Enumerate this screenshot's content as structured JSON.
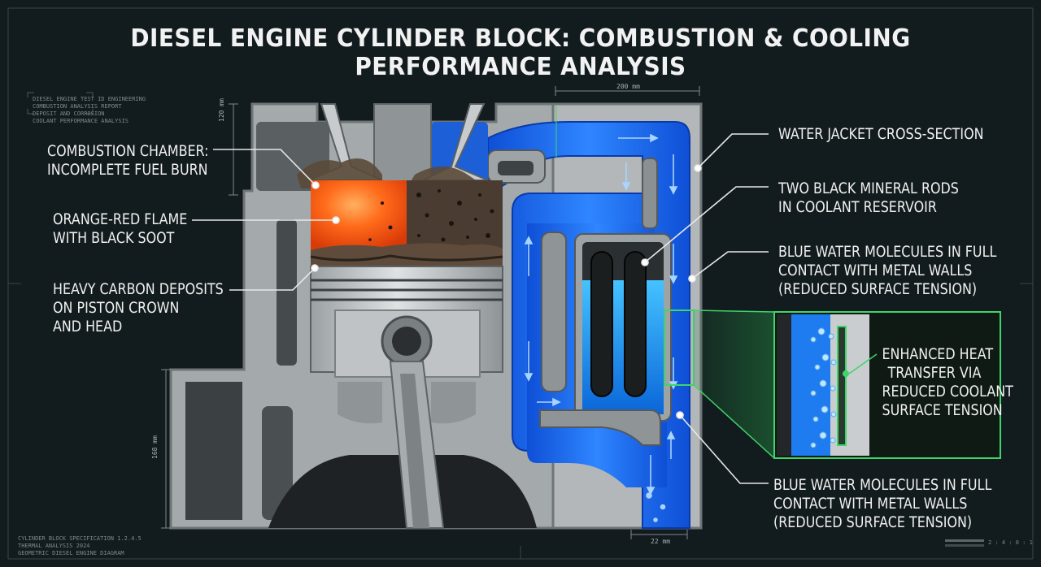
{
  "title": "DIESEL ENGINE CYLINDER BLOCK: COMBUSTION & COOLING PERFORMANCE ANALYSIS",
  "labels": {
    "combustion_chamber": [
      "COMBUSTION CHAMBER:",
      "INCOMPLETE FUEL BURN"
    ],
    "flame": [
      "ORANGE-RED FLAME",
      "WITH BLACK SOOT"
    ],
    "carbon": [
      "HEAVY CARBON DEPOSITS",
      "ON PISTON CROWN",
      "AND HEAD"
    ],
    "water_jacket": [
      "WATER JACKET CROSS-SECTION"
    ],
    "rods": [
      "TWO BLACK MINERAL RODS",
      "IN COOLANT RESERVOIR"
    ],
    "molecules_top": [
      "BLUE WATER MOLECULES IN FULL",
      "CONTACT WITH METAL WALLS",
      "(REDUCED SURFACE TENSION)"
    ],
    "heat_transfer": [
      "ENHANCED HEAT",
      "TRANSFER VIA",
      "REDUCED COOLANT",
      "SURFACE TENSION"
    ],
    "molecules_bottom": [
      "BLUE WATER MOLECULES IN FULL",
      "CONTACT WITH METAL WALLS",
      "(REDUCED SURFACE TENSION)"
    ]
  },
  "dimensions": {
    "top_width": "200 mm",
    "chamber_height": "120 mm",
    "lower_height": "168 mm",
    "wall_thickness": "22 mm"
  },
  "notes": {
    "top_left": [
      "DIESEL ENGINE TEST ID ENGINEERING",
      "COMBUSTION ANALYSIS REPORT",
      "DEPOSIT AND CORROSION",
      "COOLANT PERFORMANCE ANALYSIS"
    ],
    "bottom_left": [
      "CYLINDER BLOCK SPECIFICATION 1.2.4.5",
      "THERMAL ANALYSIS 2024",
      "GEOMETRIC DIESEL ENGINE DIAGRAM"
    ],
    "bottom_right": "2 : 4 : 0 : 1"
  },
  "colors": {
    "background": "#121b1e",
    "metal": "#b9bdbf",
    "coolant": "#1e6ef0",
    "flame": "#ff5a14",
    "highlight": "#33cc55"
  }
}
